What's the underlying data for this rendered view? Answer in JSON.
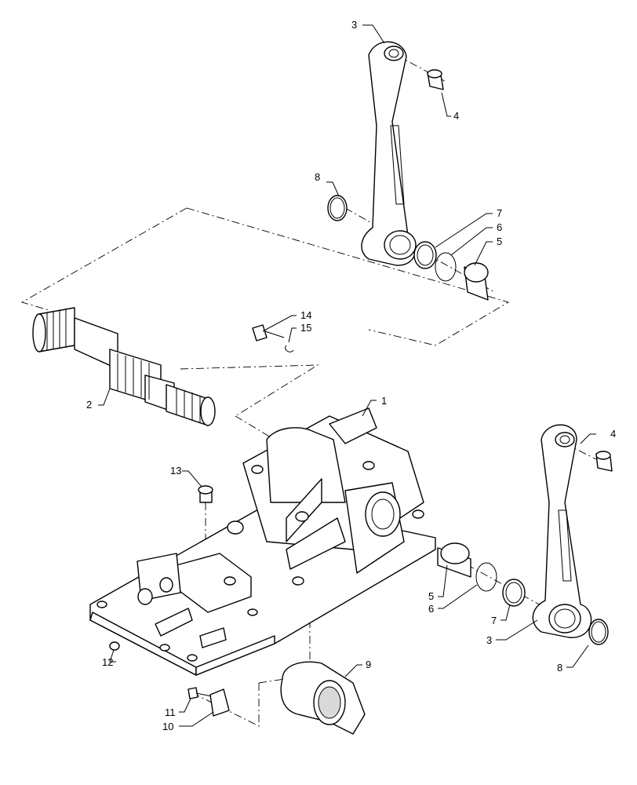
{
  "callouts": [
    {
      "id": "c1",
      "label": "1"
    },
    {
      "id": "c2",
      "label": "2"
    },
    {
      "id": "c3a",
      "label": "3"
    },
    {
      "id": "c3b",
      "label": "3"
    },
    {
      "id": "c4a",
      "label": "4"
    },
    {
      "id": "c4b",
      "label": "4"
    },
    {
      "id": "c5a",
      "label": "5"
    },
    {
      "id": "c5b",
      "label": "5"
    },
    {
      "id": "c6a",
      "label": "6"
    },
    {
      "id": "c6b",
      "label": "6"
    },
    {
      "id": "c7a",
      "label": "7"
    },
    {
      "id": "c7b",
      "label": "7"
    },
    {
      "id": "c8a",
      "label": "8"
    },
    {
      "id": "c8b",
      "label": "8"
    },
    {
      "id": "c9",
      "label": "9"
    },
    {
      "id": "c10",
      "label": "10"
    },
    {
      "id": "c11",
      "label": "11"
    },
    {
      "id": "c12",
      "label": "12"
    },
    {
      "id": "c13",
      "label": "13"
    },
    {
      "id": "c14",
      "label": "14"
    },
    {
      "id": "c15",
      "label": "15"
    }
  ]
}
